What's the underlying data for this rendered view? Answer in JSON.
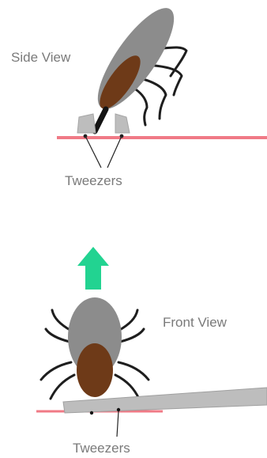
{
  "side_view": {
    "title": "Side View",
    "pointer_label": "Tweezers"
  },
  "front_view": {
    "title": "Front View",
    "pointer_label": "Tweezers"
  },
  "colors": {
    "skin_line": "#f07a86",
    "tick_body": "#8c8c8c",
    "tick_scutum": "#6e3a18",
    "tick_legs": "#1e1e1e",
    "tweezers": "#bdbdbd",
    "arrow": "#22d391",
    "label_text": "#7a7a7a"
  }
}
